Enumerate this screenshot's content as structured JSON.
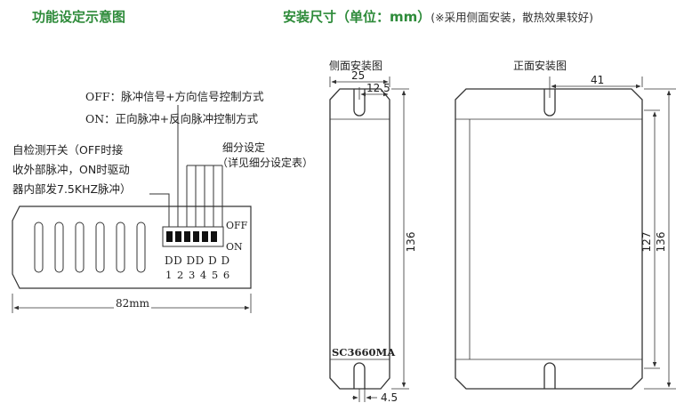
{
  "left_section": {
    "title": "功能设定示意图",
    "mode_off": "OFF：脉冲信号+方向信号控制方式",
    "mode_on": "ON：正向脉冲+反向脉冲控制方式",
    "selftest_line1": "自检测开关（OFF时接",
    "selftest_line2": "收外部脉冲，ON时驱动",
    "selftest_line3": "器内部发7.5KHZ脉冲）",
    "subdiv_line1": "细分设定",
    "subdiv_line2": "（详见细分设定表）",
    "switch_off": "OFF",
    "switch_on": "ON",
    "switch_letters": "DD DD D D",
    "switch_numbers": "1 2 3 4 5 6",
    "width_dim": "82mm"
  },
  "right_section": {
    "title": "安装尺寸（单位：mm）",
    "note": "(※采用侧面安装，散热效果较好)",
    "side_label": "侧面安装图",
    "front_label": "正面安装图",
    "dim_side_width": "25",
    "dim_side_slot": "12.5",
    "dim_side_height": "136",
    "dim_slot_bottom": "4.5",
    "dim_front_slot": "41",
    "dim_front_inner": "127",
    "dim_front_height": "136",
    "model": "SC3660MA"
  },
  "colors": {
    "heading": "#2e8b3a",
    "line": "#333333"
  }
}
